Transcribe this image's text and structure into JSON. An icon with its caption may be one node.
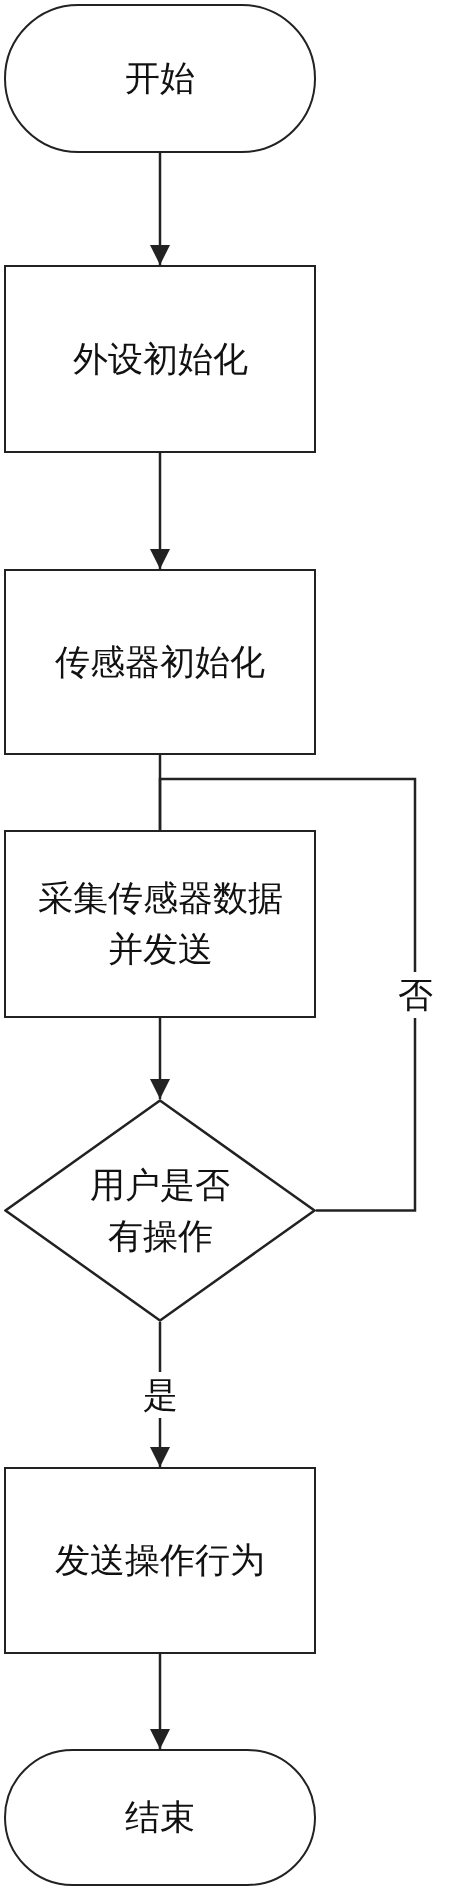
{
  "diagram": {
    "nodes": [
      {
        "text": [
          "开始"
        ]
      },
      {
        "text": [
          "外设初始化"
        ]
      },
      {
        "text": [
          "传感器初始化"
        ]
      },
      {
        "text": [
          "采集传感器数据并发送"
        ]
      },
      {
        "text": [
          "用户是否有操作"
        ]
      },
      {
        "text": [
          "发送操作行为"
        ]
      },
      {
        "text": [
          "结束"
        ]
      }
    ],
    "edges": [
      {
        "from": 0,
        "to": 1,
        "arrow": "to"
      },
      {
        "from": 1,
        "to": 2,
        "arrow": "to"
      },
      {
        "from": 2,
        "to": 3,
        "arrow": "none"
      },
      {
        "from": 3,
        "to": 4,
        "arrow": "to"
      },
      {
        "from": 4,
        "to": 5,
        "arrow": "to",
        "label": "是"
      },
      {
        "from": 4,
        "to": 3,
        "arrow": "none",
        "label": "否"
      },
      {
        "from": 5,
        "to": 6,
        "arrow": "to"
      }
    ]
  }
}
